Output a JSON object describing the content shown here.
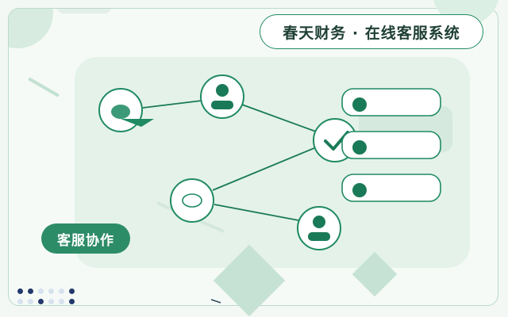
{
  "header": {
    "title": "春天财务 · 在线客服系统"
  },
  "badge": {
    "label": "客服协作"
  },
  "nodes": [
    {
      "id": "chat-node",
      "icon": "chat-bubble-icon"
    },
    {
      "id": "agent-top",
      "icon": "user-icon"
    },
    {
      "id": "hub",
      "icon": "checkmark-icon"
    },
    {
      "id": "ring-node",
      "icon": "ring-icon"
    },
    {
      "id": "agent-bottom",
      "icon": "user-icon"
    }
  ],
  "list_items": [
    "",
    "",
    ""
  ],
  "colors": {
    "accent": "#1f8a63",
    "accent_dark": "#1a7a57",
    "panel": "#e4f2ea",
    "badge": "#2d8c68",
    "dot_dark": "#24396b",
    "dot_light": "#d6e2ee"
  }
}
